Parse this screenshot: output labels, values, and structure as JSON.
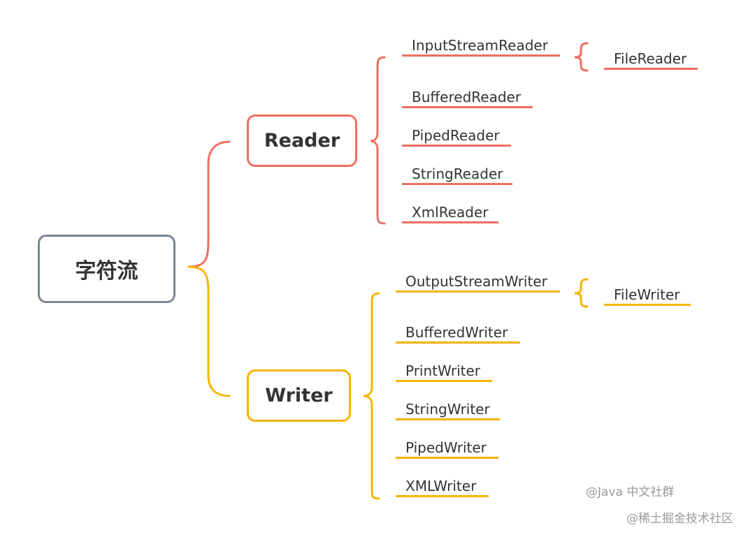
{
  "root": {
    "label": "字符流"
  },
  "branches": {
    "reader": {
      "label": "Reader",
      "color": "#ef6f5e",
      "children": [
        "InputStreamReader",
        "BufferedReader",
        "PipedReader",
        "StringReader",
        "XmlReader"
      ],
      "sub": {
        "parent": "InputStreamReader",
        "label": "FileReader"
      }
    },
    "writer": {
      "label": "Writer",
      "color": "#f5b400",
      "children": [
        "OutputStreamWriter",
        "BufferedWriter",
        "PrintWriter",
        "StringWriter",
        "PipedWriter",
        "XMLWriter"
      ],
      "sub": {
        "parent": "OutputStreamWriter",
        "label": "FileWriter"
      }
    }
  },
  "watermarks": [
    "@Java 中文社群",
    "@稀土掘金技术社区"
  ],
  "colors": {
    "root_border": "#7b8497",
    "reader": "#ef6f5e",
    "writer": "#f5b400"
  }
}
